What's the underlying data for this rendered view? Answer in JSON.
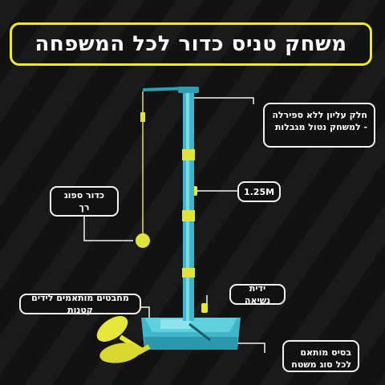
{
  "title": "משחק טניס כדור לכל המשפחה",
  "callouts": {
    "top_part": "חלק עליון ללא ספירלה - למשחק נטול מגבלות",
    "height": "1.25M",
    "ball": "כדור ספוג רך",
    "handle": "ידית נשיאה",
    "rackets": "מחבטים מותאמים לידים קטנות",
    "base": "בסיס מותאם לכל סוג משטח"
  },
  "colors": {
    "background": "#121212",
    "accent_yellow": "#f2ea1e",
    "pole_blue": "#3fb6c9",
    "white": "#f2f2f2"
  }
}
